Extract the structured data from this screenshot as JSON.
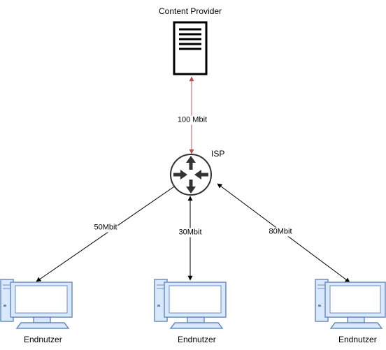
{
  "nodes": {
    "content_provider": {
      "label": "Content Provider",
      "icon": "server-icon"
    },
    "isp": {
      "label": "ISP",
      "icon": "router-icon"
    },
    "endusers": [
      {
        "label": "Endnutzer",
        "icon": "desktop-computer-icon"
      },
      {
        "label": "Endnutzer",
        "icon": "desktop-computer-icon"
      },
      {
        "label": "Endnutzer",
        "icon": "desktop-computer-icon"
      }
    ]
  },
  "edges": [
    {
      "from": "content_provider",
      "to": "isp",
      "label": "100 Mbit",
      "color": "#b85450"
    },
    {
      "from": "isp",
      "to": "endusers.0",
      "label": "50Mbit",
      "color": "#000000"
    },
    {
      "from": "isp",
      "to": "endusers.1",
      "label": "30Mbit",
      "color": "#000000"
    },
    {
      "from": "isp",
      "to": "endusers.2",
      "label": "80Mbit",
      "color": "#000000"
    }
  ],
  "colors": {
    "server_fill": "#ffffff",
    "server_stroke": "#000000",
    "router_fill": "#ffffff",
    "router_stroke": "#333333",
    "computer_fill": "#dae8fc",
    "computer_stroke": "#6c8ebf"
  }
}
